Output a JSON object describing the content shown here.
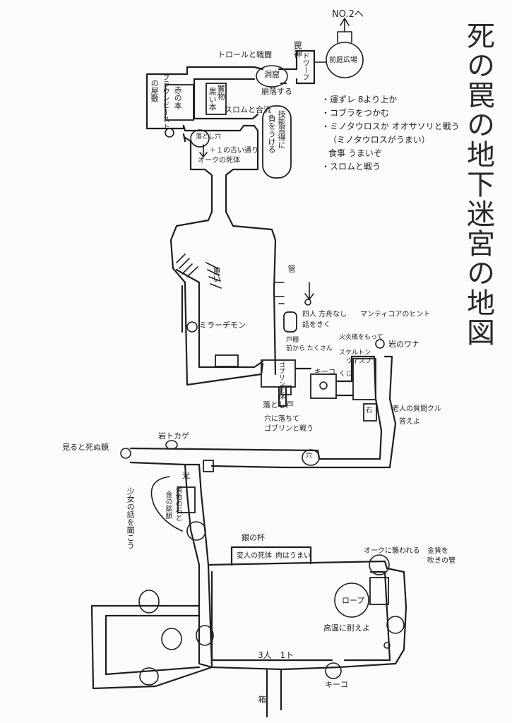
{
  "title": "死の罠の地下迷宮の地図",
  "notes": [
    "・運ずレ 8より上か",
    "・コブラをつかむ",
    "・ミノタウロスか オオサソリと戦う",
    "（ミノタウロスがうまい）",
    "食事 うまいぞ",
    "・スロムと戦う"
  ],
  "labels": {
    "to_no2": "NO.2へ",
    "arrow_up": "↑",
    "hall_front": "前庭広場",
    "troll_fight": "トロールと戦闘",
    "trap_god": "罠神",
    "dwarf": "ドワーフ",
    "cave": "洞窟",
    "collapse": "崩落する",
    "brown_beast": "ブラウンビースト",
    "red_book": "赤の本",
    "gate": "の屋敷",
    "bridge_bear": "置物",
    "black_book": "黒い本",
    "slom_join": "スロムと合流",
    "poison_trap": "落とし穴",
    "skill_sense": "技能習得に",
    "mid_chance": "負をうける",
    "plus_stair": "＋１の古い通り",
    "orc_corpse": "オークの死体",
    "heavy": "重い",
    "pipe": "管",
    "dream_demon": "ミラーデモン",
    "four_prisoners": "四人 方舟なし",
    "prisoner_spell": "話をきく",
    "manticore": "マンティコアのヒント",
    "hidden_door": "戸棚",
    "open_find": "前から たくさん",
    "goblin_two": "ゴブリン２体",
    "skeleton_hint": "火炎瓶をもって",
    "skeleton": "スケルトン",
    "wisp": "ウィスプ",
    "key": "キーコ",
    "lot": "くじ",
    "rock_wave": "岩のワナ",
    "fall_door": "落とし戸",
    "pit_fight": "穴に落ちて",
    "pit_fight2": "ゴブリンと戦う",
    "old_man_riddle": "老人の質問クル",
    "answer": "答えよ",
    "stone": "石",
    "rock_lizard": "岩トカゲ",
    "death_mirror": "見ると死ぬ鏡",
    "hole": "穴",
    "light": "光",
    "girl_story": "少女の話を聞こう",
    "yellow_gold": "黄色の石と",
    "gold_mine": "金の鉱脈",
    "silver_cup": "銀の杯",
    "mutant_body": "変人の死体",
    "meat_eat": "肉はうまい",
    "orc_fall": "オークに襲われる",
    "gold_watch": "金貨を",
    "gold_pipe": "吹きの管",
    "rope": "ロープ",
    "high_find": "高温に耐えよ",
    "three_one": "3人　1ト",
    "key2": "キーコ",
    "box": "箱",
    "down_arrow": "↓",
    "back_arrow": "↖"
  }
}
